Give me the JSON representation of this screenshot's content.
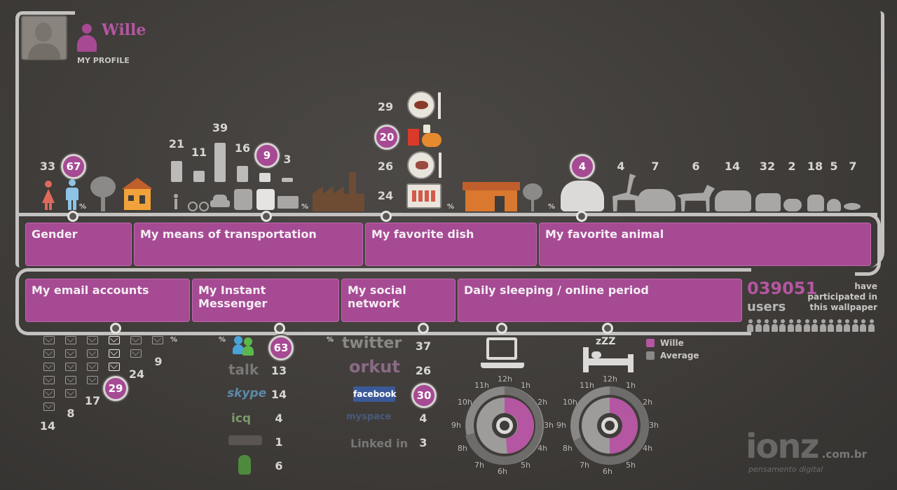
{
  "profile": {
    "name": "Wille",
    "label": "MY PROFILE"
  },
  "categories_top": [
    {
      "label": "Gender"
    },
    {
      "label": "My means of transportation"
    },
    {
      "label": "My favorite dish"
    },
    {
      "label": "My favorite animal"
    }
  ],
  "categories_bottom": [
    {
      "label": "My email accounts"
    },
    {
      "label": "My Instant Messenger"
    },
    {
      "label": "My social network"
    },
    {
      "label": "Daily sleeping / online period"
    }
  ],
  "gender": {
    "female": "33",
    "male": "67",
    "pct": "%"
  },
  "transport": {
    "values": [
      "21",
      "11",
      "39",
      "16",
      "9",
      "3"
    ],
    "bar_values": [
      21,
      11,
      39,
      16,
      9,
      3
    ],
    "pct": "%"
  },
  "dish": {
    "values": [
      "29",
      "20",
      "26",
      "24"
    ],
    "pct": "%"
  },
  "animal": {
    "values": [
      "4",
      "4",
      "7",
      "6",
      "14",
      "32",
      "2",
      "18",
      "5",
      "7"
    ],
    "pct": "%"
  },
  "email": {
    "values": [
      "14",
      "8",
      "17",
      "29",
      "24",
      "9"
    ],
    "pct": "%"
  },
  "messenger": {
    "values": [
      "63",
      "13",
      "14",
      "4",
      "1",
      "6"
    ],
    "logos": [
      "",
      "talk",
      "skype",
      "icq",
      "",
      ""
    ],
    "pct": "%"
  },
  "social": {
    "values": [
      "37",
      "26",
      "30",
      "4",
      "3"
    ],
    "logos": [
      "twitter",
      "orkut",
      "facebook",
      "myspace",
      "Linked in"
    ],
    "pct": "%"
  },
  "clock": {
    "hours": [
      "12h",
      "1h",
      "2h",
      "3h",
      "4h",
      "5h",
      "6h",
      "7h",
      "8h",
      "9h",
      "10h",
      "11h"
    ]
  },
  "legend": {
    "wille": "Wille",
    "average": "Average"
  },
  "users": {
    "count": "039051",
    "label": "users",
    "caption_lines": [
      "have",
      "participated in",
      "this wallpaper"
    ]
  },
  "brand": {
    "name": "ionz",
    "domain": ".com.br",
    "tagline": "pensamento digital"
  },
  "colors": {
    "accent": "#a64a93",
    "track": "#c4c2c0",
    "bg": "#3f3c39"
  }
}
